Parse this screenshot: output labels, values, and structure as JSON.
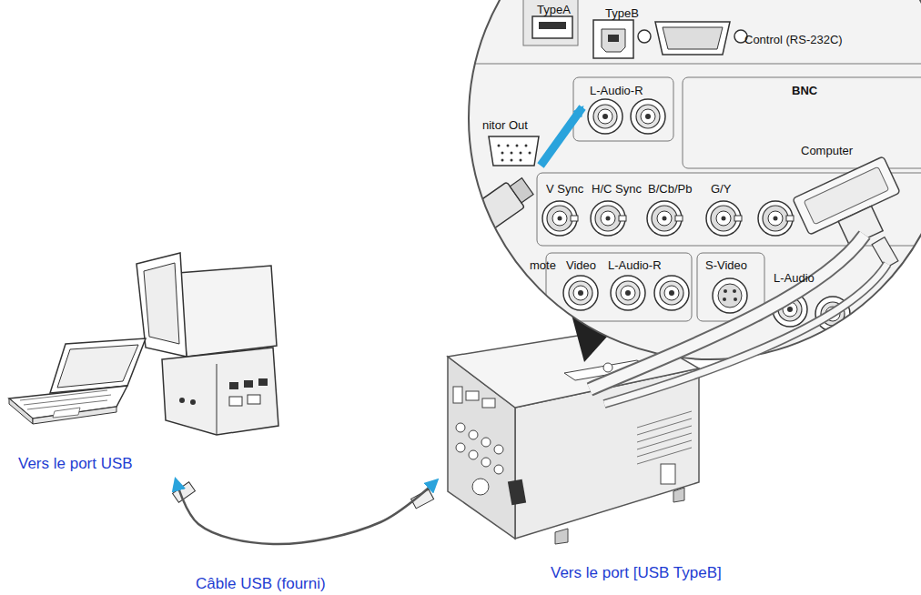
{
  "diagram": {
    "nodes": [
      {
        "text": [
          "Vers le port USB"
        ]
      },
      {
        "text": [
          "Vers le port [USB TypeB]"
        ]
      }
    ],
    "edges": [
      {
        "from": 0,
        "to": 1,
        "arrow": "both",
        "label": "Câble USB (fourni)"
      }
    ],
    "labels": [
      "TypeA",
      "TypeB",
      "Control (RS-232C)",
      "nitor Out",
      "L-Audio-R",
      "BNC",
      "Computer",
      "V Sync",
      "H/C Sync",
      "B/Cb/Pb",
      "G/Y",
      "mote",
      "Video",
      "L-Audio-R",
      "S-Video",
      "L-Audio"
    ]
  }
}
